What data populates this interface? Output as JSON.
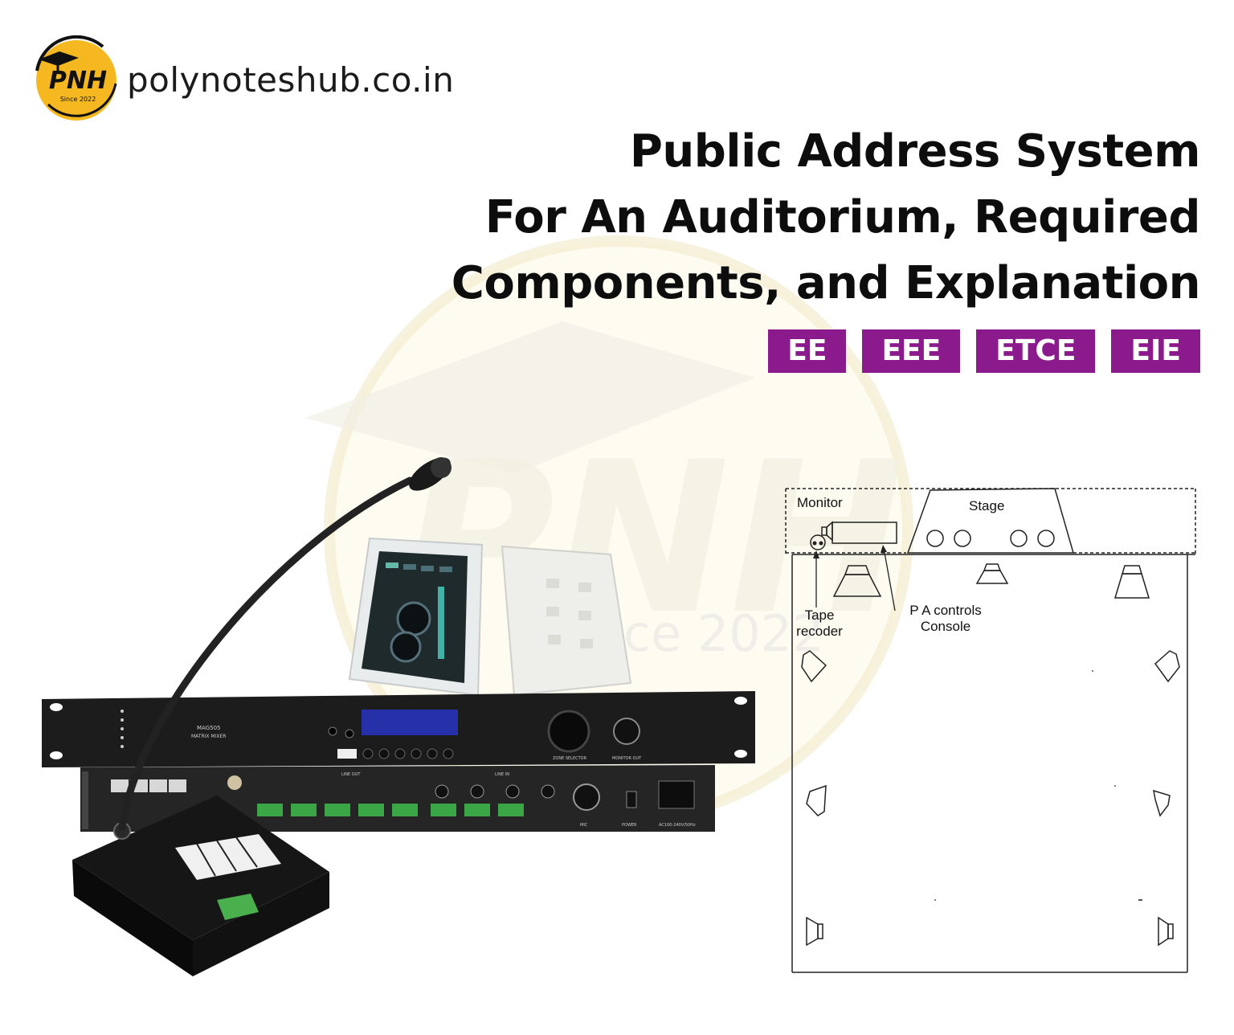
{
  "brand": {
    "logo_text": "PNH",
    "since": "Since 2022",
    "url": "polynoteshub.co.in",
    "accent_color": "#f6b820"
  },
  "title_lines": [
    "Public Address System",
    "For An Auditorium, Required",
    "Components, and Explanation"
  ],
  "tags": [
    "EE",
    "EEE",
    "ETCE",
    "EIE"
  ],
  "tag_color": "#8b1a8c",
  "watermark": {
    "logo_text": "PNH",
    "since": "Since 2022"
  },
  "equipment": {
    "rack_model": "MAG505",
    "rack_subtitle": "MATRIX MIXER",
    "zone_selector": "ZONE SELECTOR",
    "monitor_out": "MONITOR OUT",
    "line_out": "LINE OUT",
    "line_in": "LINE IN",
    "mic": "MIC",
    "power": "POWER",
    "ac": "AC100-240V/50Hz"
  },
  "diagram": {
    "monitor": "Monitor",
    "stage": "Stage",
    "tape_line1": "Tape",
    "tape_line2": "recoder",
    "pa_line1": "P A controls",
    "pa_line2": "Console"
  }
}
